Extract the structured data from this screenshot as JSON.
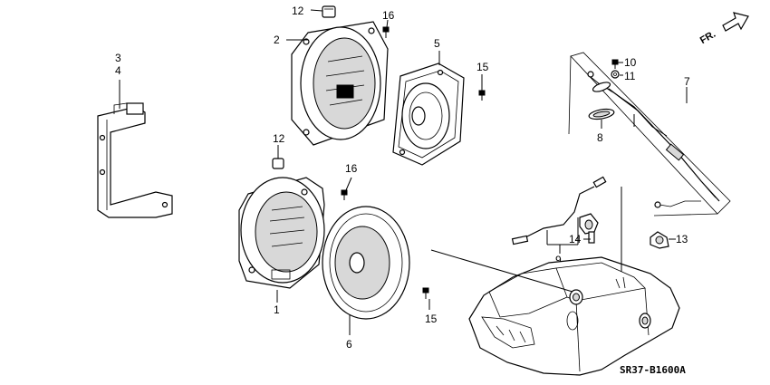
{
  "diagram_code": "SR37-B1600A",
  "direction_label": "FR.",
  "callouts": {
    "c1": "1",
    "c2": "2",
    "c3": "3",
    "c4": "4",
    "c5": "5",
    "c6": "6",
    "c7": "7",
    "c8": "8",
    "c9": "9",
    "c10": "10",
    "c11": "11",
    "c12a": "12",
    "c12b": "12",
    "c13": "13",
    "c14": "14",
    "c15a": "15",
    "c15b": "15",
    "c16a": "16",
    "c16b": "16"
  }
}
